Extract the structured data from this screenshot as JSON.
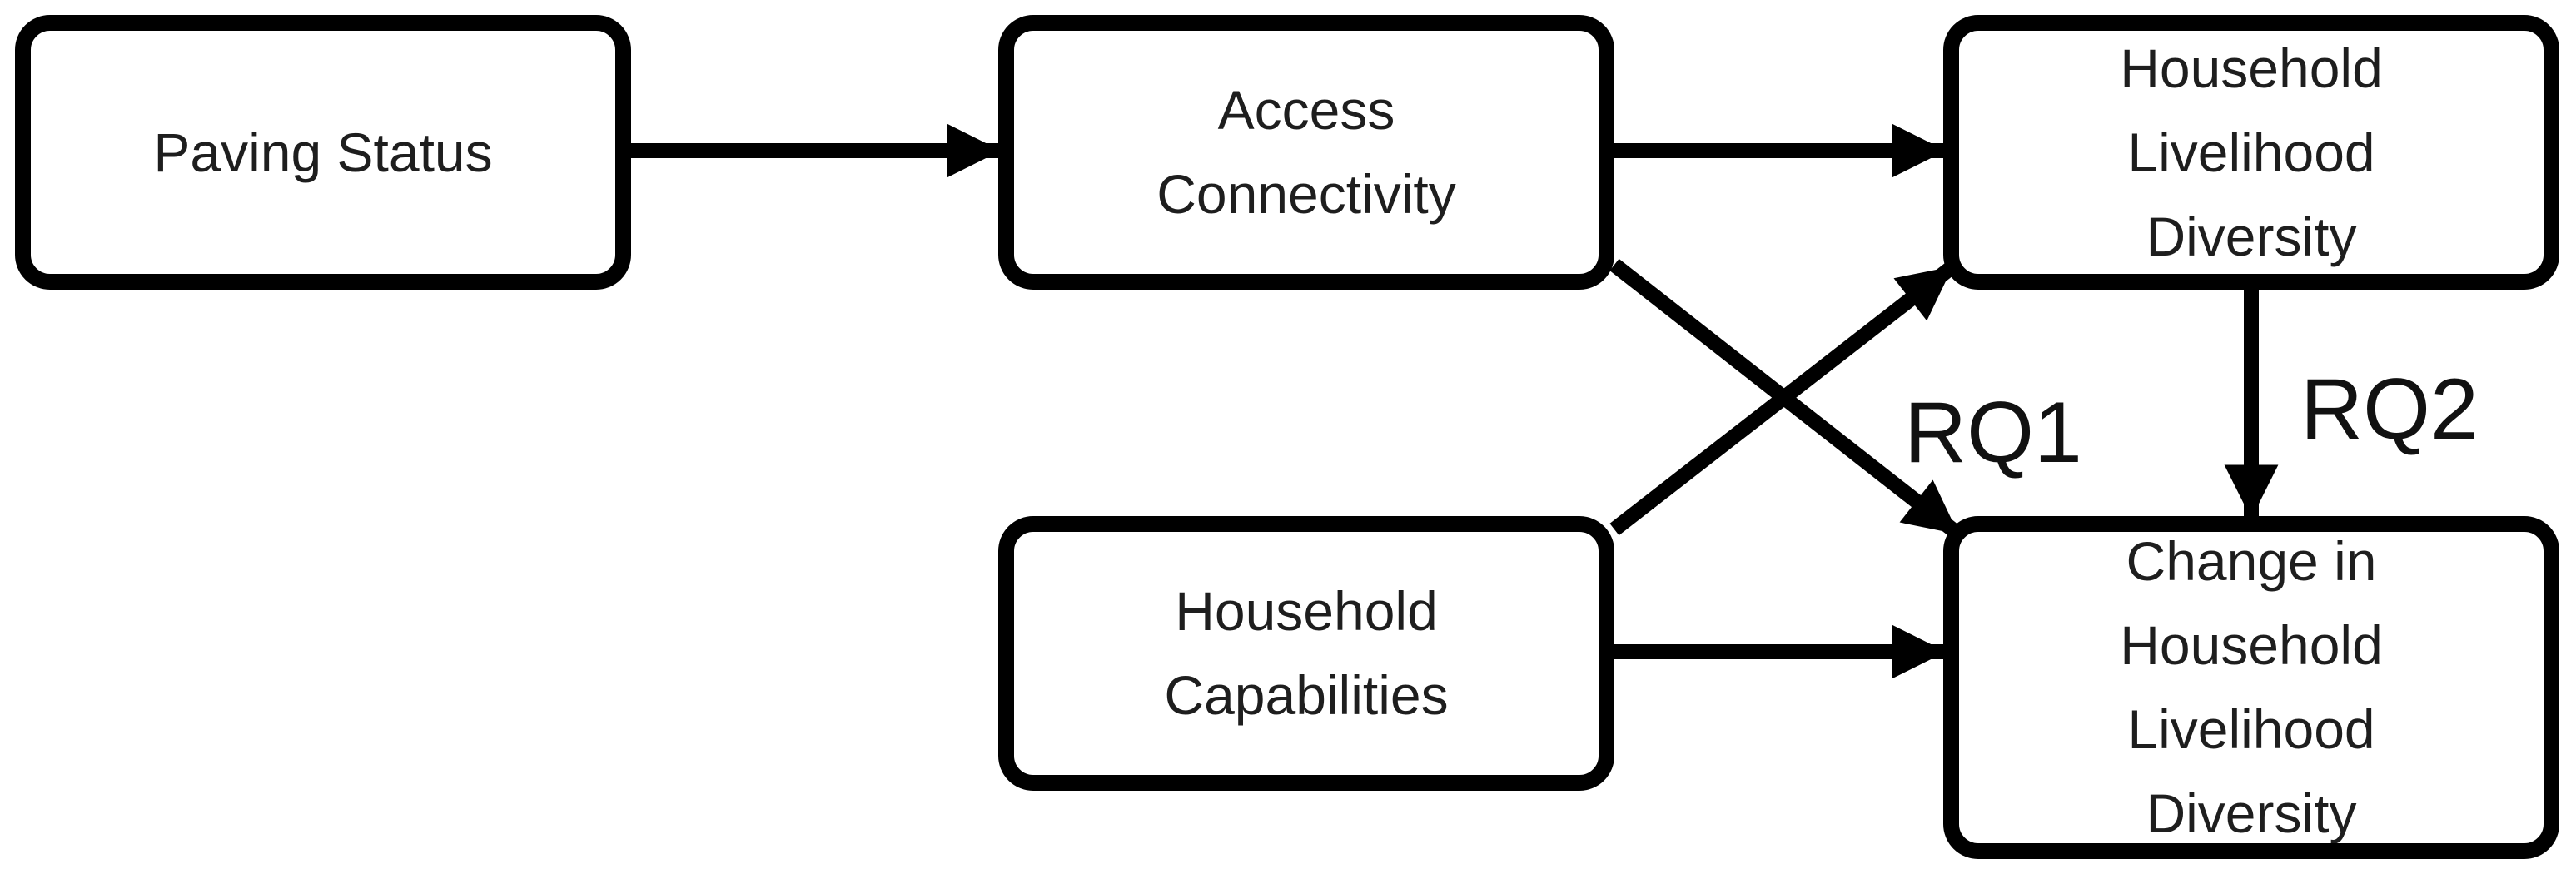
{
  "nodes": {
    "paving": "Paving Status",
    "access": "Access\nConnectivity",
    "hld": "Household\nLivelihood\nDiversity",
    "capabilities": "Household\nCapabilities",
    "change": "Change in\nHousehold\nLivelihood\nDiversity"
  },
  "labels": {
    "rq1": "RQ1",
    "rq2": "RQ2"
  },
  "colors": {
    "stroke": "#000000",
    "text": "#1e1e1e"
  }
}
